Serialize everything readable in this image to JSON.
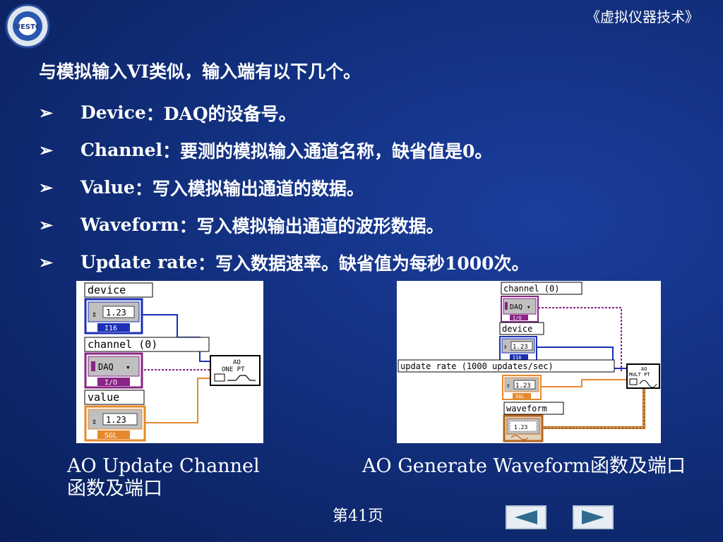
{
  "header": {
    "course_title": "《虚拟仪器技术》",
    "logo_text": "UESTC"
  },
  "intro": "与模拟输入VI类似，输入端有以下几个。",
  "bullets": [
    {
      "term": "Device",
      "desc": "：DAQ的设备号。"
    },
    {
      "term": "Channel",
      "desc": "：要测的模拟输入通道名称，缺省值是0。"
    },
    {
      "term": "Value",
      "desc": "：写入模拟输出通道的数据。"
    },
    {
      "term": "Waveform",
      "desc": "：写入模拟输出通道的波形数据。"
    },
    {
      "term": "Update rate",
      "desc": "：写入数据速率。缺省值为每秒1000次。"
    }
  ],
  "diagram1": {
    "device_label": "device",
    "device_value": "1.23",
    "device_type": "I16",
    "channel_label": "channel (0)",
    "channel_value": "DAQ",
    "channel_type": "I/O",
    "value_label": "value",
    "value_value": "1.23",
    "value_type": "SGL",
    "vi_line1": "AO",
    "vi_line2": "ONE PT"
  },
  "diagram2": {
    "channel_label": "channel (0)",
    "channel_value": "DAQ",
    "channel_type": "I/O",
    "device_label": "device",
    "device_value": "1.23",
    "device_type": "I16",
    "rate_label": "update rate (1000 updates/sec)",
    "rate_value": "1.23",
    "rate_type": "SGL",
    "waveform_label": "waveform",
    "waveform_value": "1.23",
    "vi_line1": "AO",
    "vi_line2": "MULT PT"
  },
  "captions": {
    "left_line1": "AO Update Channel",
    "left_line2": "函数及端口",
    "right": "AO Generate Waveform函数及端口"
  },
  "page_number": "第41页",
  "colors": {
    "wire_blue": "#1c2fb6",
    "wire_purple": "#8a2486",
    "wire_orange": "#e6892d",
    "wire_array": "#b4651f"
  }
}
